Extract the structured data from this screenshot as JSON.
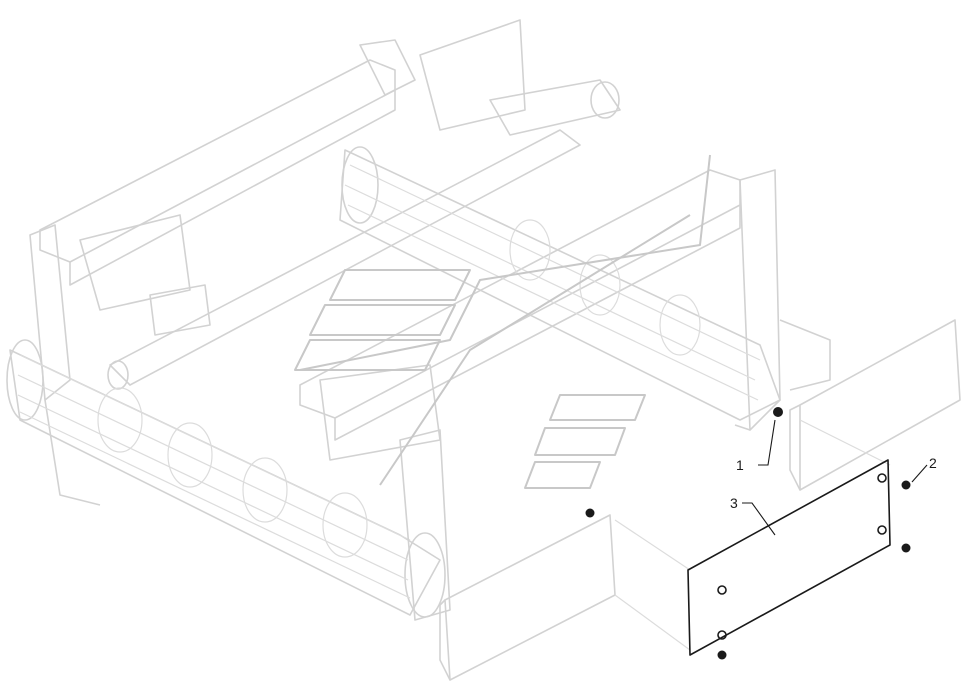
{
  "diagram": {
    "type": "exploded-parts-drawing",
    "callouts": [
      {
        "id": "callout-1",
        "label": "1"
      },
      {
        "id": "callout-2",
        "label": "2"
      },
      {
        "id": "callout-3",
        "label": "3"
      }
    ]
  }
}
